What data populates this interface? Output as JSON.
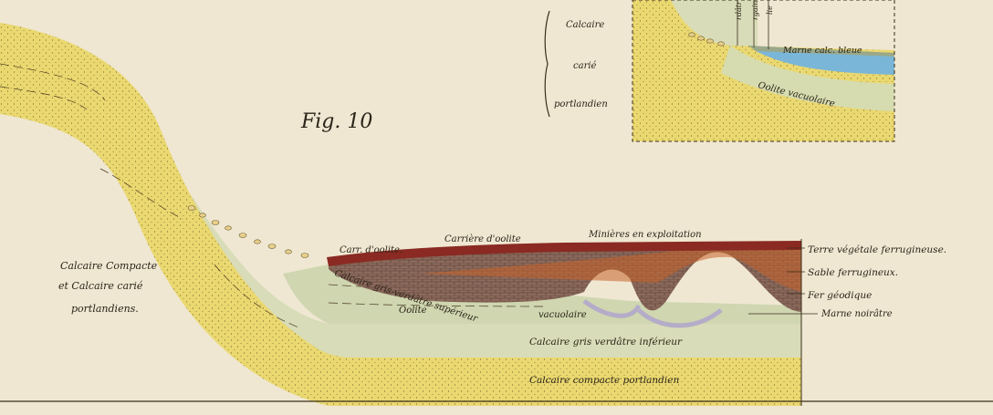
{
  "figure": {
    "title": "Fig. 10"
  },
  "main_section": {
    "left_labels": [
      "Calcaire Compacte",
      "et Calcaire carié",
      "portlandiens."
    ],
    "top_labels": {
      "carr_oolite": "Carr. d'oolite.",
      "carriere_oolite": "Carrière d'oolite",
      "minieres": "Minières en exploitation"
    },
    "right_labels": {
      "terre": "Terre végétale ferrugineuse.",
      "sable": "Sable ferrugineux.",
      "fer": "Fer géodique",
      "marne": "Marne noirâtre"
    },
    "inner_labels": {
      "calcaire_gris_sup": "Calcaire gris-verdâtre supérieur",
      "oolite": "Oolite",
      "vacuolaire": "vacuolaire",
      "calcaire_gris_inf": "Calcaire gris verdâtre inférieur",
      "calcaire_compacte": "Calcaire compacte portlandien"
    }
  },
  "inset": {
    "bracket_labels": [
      "Calcaire",
      "carié",
      "portlandien"
    ],
    "marne_label": "Marne calc. bleue",
    "oolite_label": "Oolite vacuolaire",
    "top_fragments": [
      "rdâtr",
      "rgain",
      "lie"
    ]
  },
  "colors": {
    "paper": "#efe7d2",
    "limestone_yellow": "#ead870",
    "green_grey": "#d8dcb8",
    "ferruginous_red": "#8a2a22",
    "ore_brown": "#8a6a5c",
    "orange_sand": "#c8622a",
    "blue_marl": "#7ab6d8",
    "lilac_marl": "#b4acc8"
  }
}
